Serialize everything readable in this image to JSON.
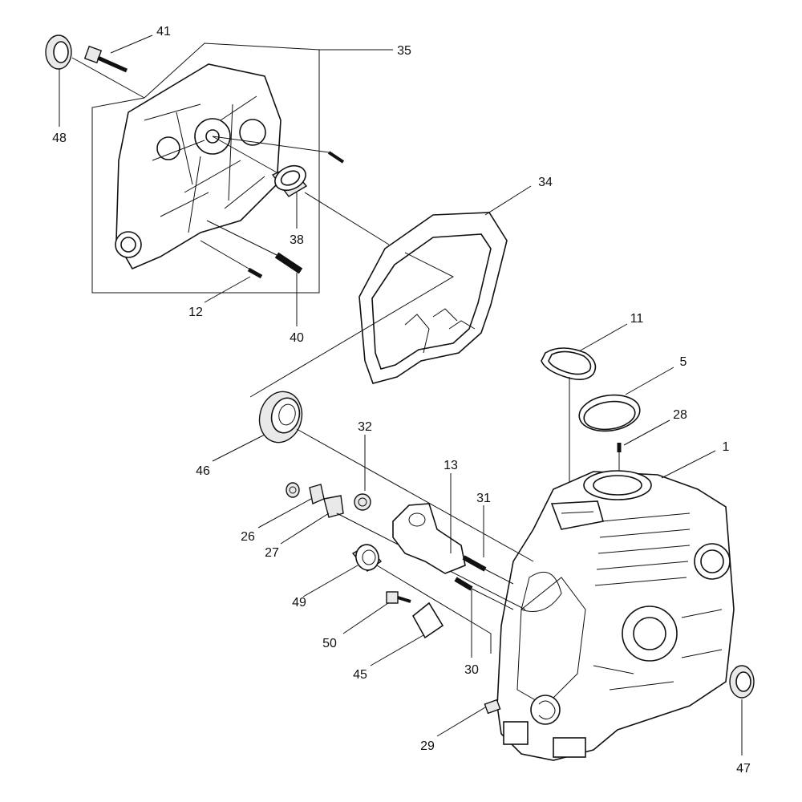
{
  "part_numbers": [
    "41",
    "35",
    "48",
    "34",
    "38",
    "12",
    "40",
    "11",
    "5",
    "28",
    "1",
    "46",
    "32",
    "13",
    "31",
    "26",
    "27",
    "49",
    "50",
    "45",
    "30",
    "29",
    "47"
  ]
}
